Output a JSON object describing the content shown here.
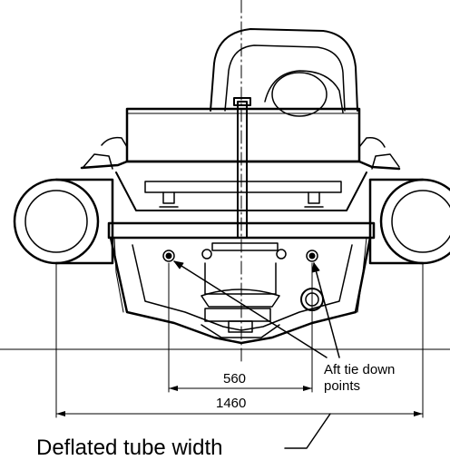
{
  "dimensions": {
    "inner_width": "560",
    "outer_width": "1460"
  },
  "labels": {
    "aft_tie_down_line1": "Aft tie down",
    "aft_tie_down_line2": "points",
    "caption": "Deflated tube width"
  }
}
